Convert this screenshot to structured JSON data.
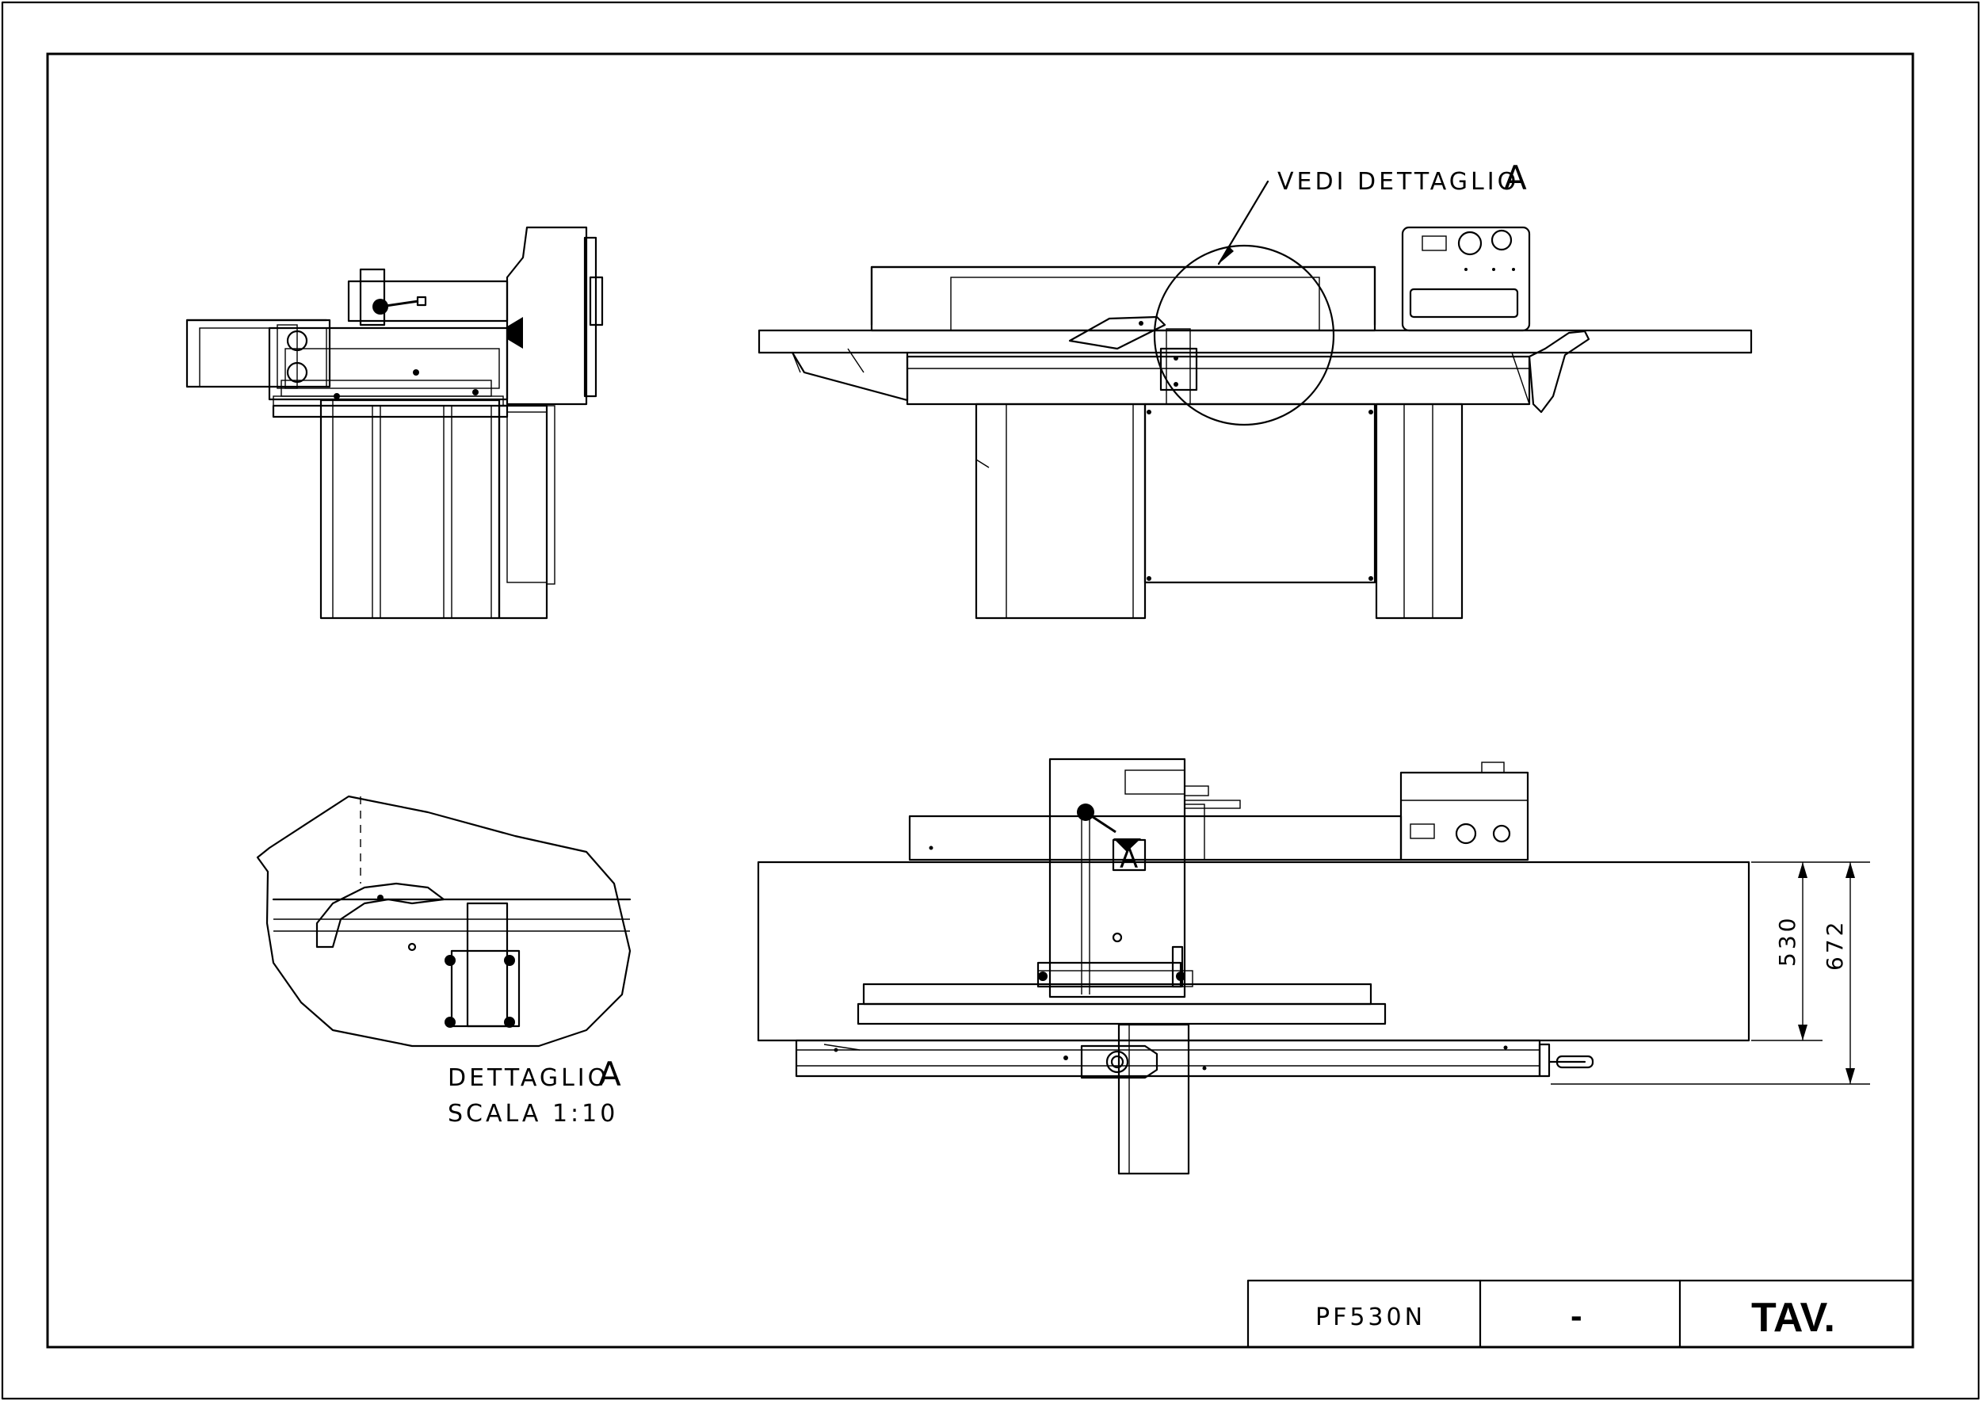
{
  "callout": {
    "prefix": "VEDI DETTAGLIO",
    "letter": "A"
  },
  "detail": {
    "title": "DETTAGLIO",
    "letter": "A",
    "scale": "SCALA 1:10"
  },
  "view_marker": "A",
  "dimensions": {
    "inner": "530",
    "outer": "672"
  },
  "title_block": {
    "model": "PF530N",
    "revision": "-",
    "sheet": "TAV."
  }
}
